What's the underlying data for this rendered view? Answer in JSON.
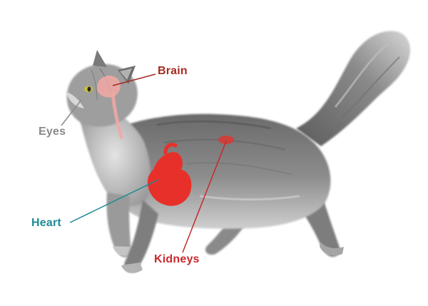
{
  "labels": {
    "brain": "Brain",
    "eyes": "Eyes",
    "heart": "Heart",
    "kidneys": "Kidneys"
  },
  "colors": {
    "brain_label": "#a52a1e",
    "eyes_label": "#8a8a8a",
    "heart_label": "#1f8a95",
    "kidneys_label": "#c8282c",
    "organ_red": "#e8302a",
    "brain_pink": "#f2a8a4",
    "leader_brain": "#a52a1e",
    "leader_heart": "#1f8a95",
    "leader_kidneys": "#c8282c",
    "fur_dark": "#5a5a5a",
    "fur_mid": "#8c8c8c",
    "fur_light": "#c9c9c9"
  }
}
